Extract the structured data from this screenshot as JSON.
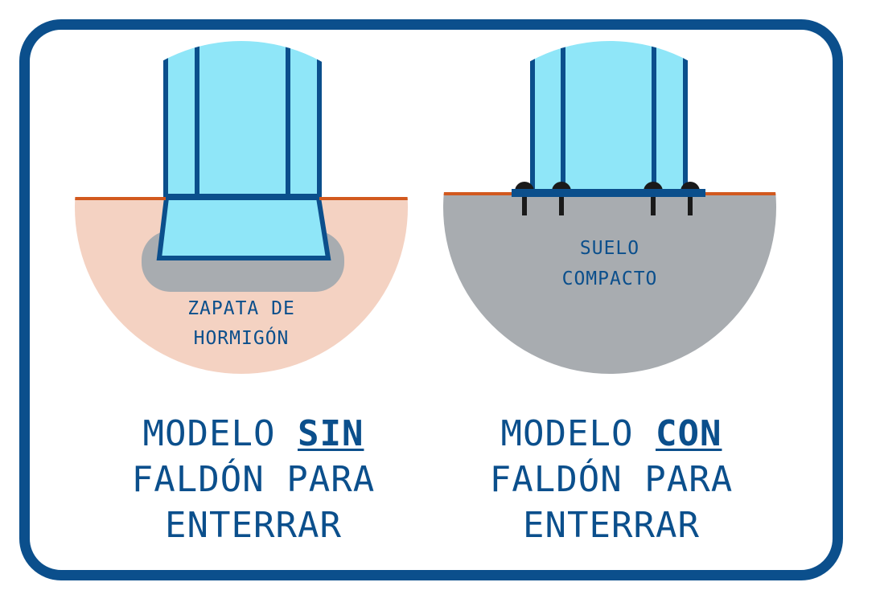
{
  "colors": {
    "frame": "#0b4f8c",
    "glass": "#8fe6f8",
    "outline": "#0b4f8c",
    "earth": "#f4d2c2",
    "concrete": "#a8acb0",
    "soil": "#a8acb0",
    "ground_line": "#d2591e",
    "bolt": "#1a1a1a"
  },
  "left": {
    "footing_label_line1": "ZAPATA DE",
    "footing_label_line2": "HORMIGÓN",
    "caption_line1_prefix": "MODELO ",
    "caption_line1_emphasis": "SIN",
    "caption_line2": "FALDÓN PARA",
    "caption_line3": "ENTERRAR"
  },
  "right": {
    "soil_label_line1": "SUELO",
    "soil_label_line2": "COMPACTO",
    "caption_line1_prefix": "MODELO ",
    "caption_line1_emphasis": "CON",
    "caption_line2": "FALDÓN PARA",
    "caption_line3": "ENTERRAR"
  }
}
